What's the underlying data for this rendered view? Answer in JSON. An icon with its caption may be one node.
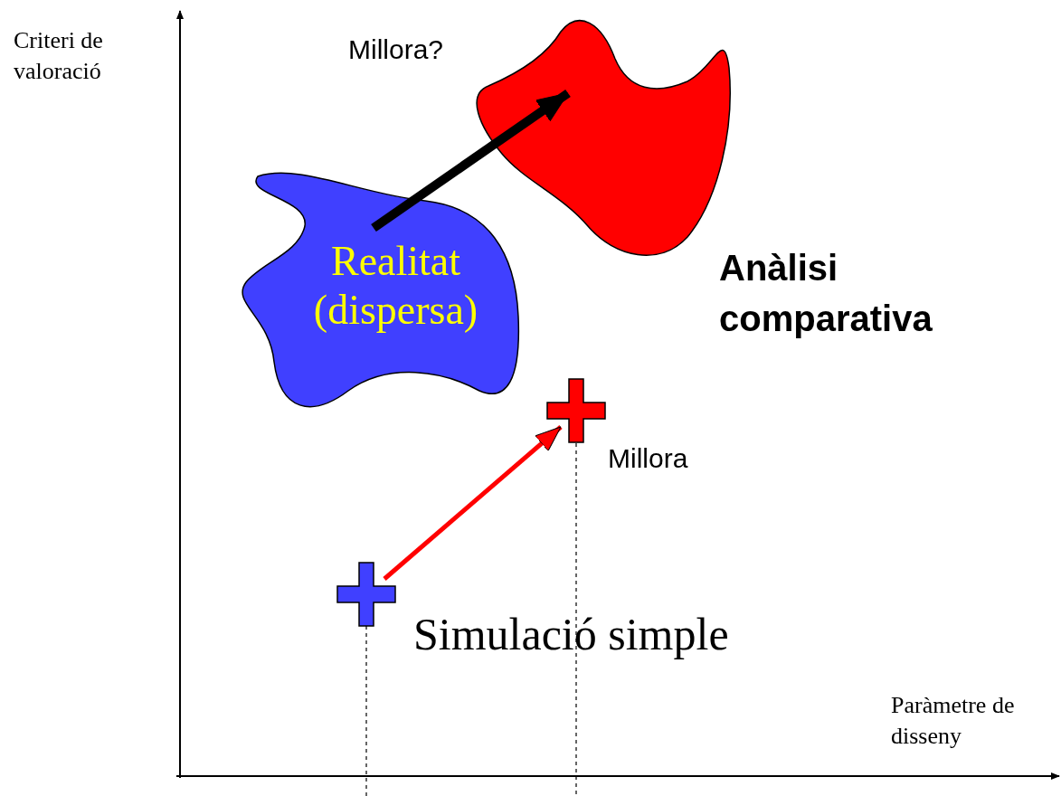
{
  "diagram": {
    "nodes": [
      {
        "text": [
          "Realitat (dispersa)"
        ]
      },
      {
        "text": [],
        "shape": "cloud",
        "beside": [
          "Millora?"
        ]
      },
      {
        "text": [],
        "shape": "cross",
        "beside": [
          "Simulació simple"
        ]
      },
      {
        "text": [],
        "shape": "cross",
        "beside": [
          "Millora"
        ]
      }
    ],
    "edges": [
      {
        "from": 0,
        "to": 1,
        "arrow": "to",
        "style": "thick",
        "color": "#000000"
      },
      {
        "from": 2,
        "to": 3,
        "arrow": "to",
        "color": "#ff0000"
      }
    ],
    "labels": [
      "Criteri de valoració",
      "Anàlisi comparativa",
      "Paràmetre de disseny"
    ]
  }
}
